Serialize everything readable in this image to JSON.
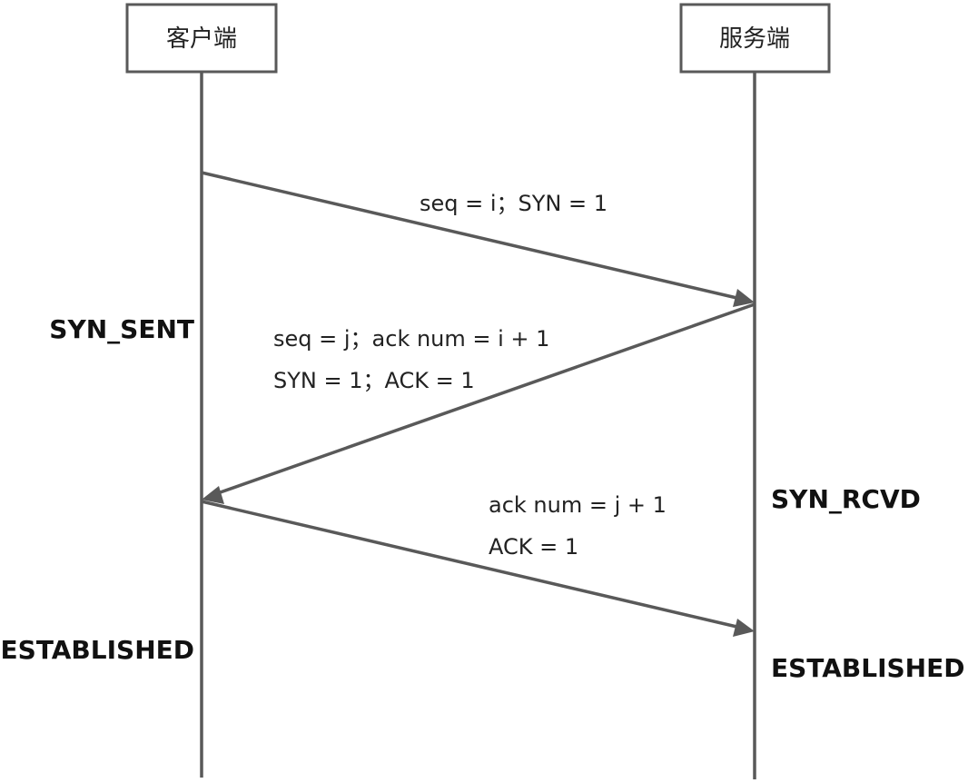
{
  "actors": {
    "client": {
      "label": "客户端"
    },
    "server": {
      "label": "服务端"
    }
  },
  "messages": [
    {
      "lines": [
        "seq = i；SYN = 1"
      ]
    },
    {
      "lines": [
        "seq = j；ack num = i + 1",
        "SYN = 1；ACK = 1"
      ]
    },
    {
      "lines": [
        "ack num = j + 1",
        "ACK = 1"
      ]
    }
  ],
  "states": {
    "client": [
      "SYN_SENT",
      "ESTABLISHED"
    ],
    "server": [
      "SYN_RCVD",
      "ESTABLISHED"
    ]
  },
  "colors": {
    "line": "#595959",
    "box_border": "#595959",
    "text": "#222222"
  }
}
